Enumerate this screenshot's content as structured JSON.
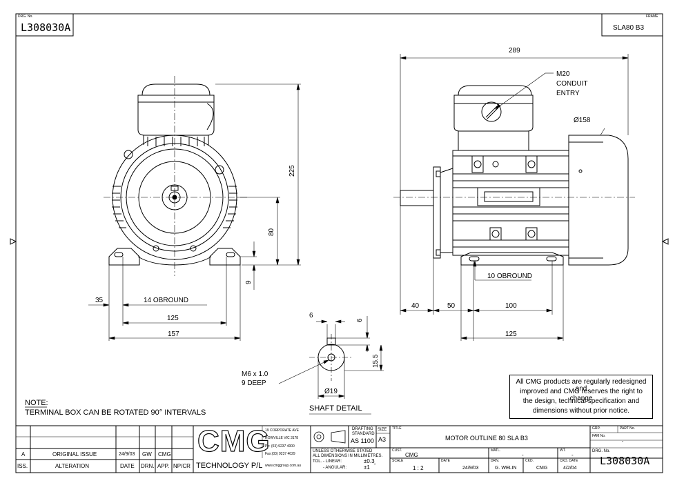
{
  "header": {
    "drg_no_label": "DRG. No.",
    "drg_no": "L308030A",
    "frame_label": "FRAME",
    "frame": "SLA80 B3"
  },
  "dimensions": {
    "overall_length": "289",
    "height": "225",
    "shaft_height": "80",
    "foot_thickness": "9",
    "foot_left": "35",
    "foot_slot_front": "14 OBROUND",
    "foot_spacing_front": "125",
    "foot_width": "157",
    "diameter": "Ø158",
    "foot_slot_side": "10 OBROUND",
    "shaft_length": "40",
    "shaft_to_hole": "50",
    "hole_spacing": "100",
    "foot_length": "125"
  },
  "labels": {
    "conduit": [
      "M20",
      "CONDUIT",
      "ENTRY"
    ],
    "thread": [
      "M6 x 1.0",
      "9 DEEP"
    ],
    "shaft_detail": "SHAFT DETAIL",
    "shaft_key_width": "6",
    "shaft_key_depth": "6",
    "shaft_key_height": "15.5",
    "shaft_diameter": "Ø19"
  },
  "note": {
    "title": "NOTE:",
    "text": "TERMINAL BOX CAN BE ROTATED 90° INTERVALS"
  },
  "disclaimer": [
    "All CMG products are regularly redesigned and",
    "improved and CMG reserves the right to change",
    "the design, technical specification and",
    "dimensions without prior notice."
  ],
  "title_block": {
    "revision": {
      "iss": "A",
      "alteration": "ORIGINAL ISSUE",
      "date": "24/9/03",
      "drn": "GW",
      "app": "CMG"
    },
    "headers": {
      "iss": "ISS.",
      "alteration": "ALTERATION",
      "date": "DATE",
      "drn": "DRN.",
      "app": "APP.",
      "npcr": "NP/CR"
    },
    "company": {
      "logo": "CMG",
      "name": "TECHNOLOGY P/L",
      "address1": "19 CORPORATE AVE",
      "address2": "ROWVILLE VIC 3178",
      "phone": "Ph: (03) 9237 4000",
      "fax": "Fax:(03) 9237 4029",
      "web": "www.cmggroup.com.au"
    },
    "drafting_standard_label": [
      "DRAFTING",
      "STANDARD"
    ],
    "drafting_standard": "AS 1100",
    "size_label": "SIZE",
    "size": "A3",
    "tolerance": {
      "line1": "UNLESS OTHERWISE STATED",
      "line2": "ALL DIMENSIONS IN MILLIMETRES.",
      "tol_label": "TOL.",
      "linear_label": "- LINEAR:",
      "linear": "±0.3",
      "angular_label": "- ANGULAR:",
      "angular": "±1",
      "angular_unit": "°"
    },
    "title_label": "TITLE",
    "title": "MOTOR OUTLINE 80 SLA  B3",
    "cust_label": "CUST.",
    "cust": "CMG",
    "matl_label": "MATL.",
    "matl": "-",
    "wt_label": "WT.",
    "wt": "-",
    "scale_label": "SCALE",
    "scale": "1 : 2",
    "date_label": "DATE",
    "date": "24/9/03",
    "drn_label": "DRN.",
    "drn": "G. WELIN",
    "ckd_label": "CKD.",
    "ckd": "CMG",
    "ckd_date_label": "CKD. DATE",
    "ckd_date": "4/2/04",
    "grp_label": "GRP.",
    "part_no_label": "PART No.",
    "fam_no_label": "FAM No.",
    "fam_no": "-",
    "drg_no_label": "DRG. No.",
    "drg_no": "L308030A"
  }
}
